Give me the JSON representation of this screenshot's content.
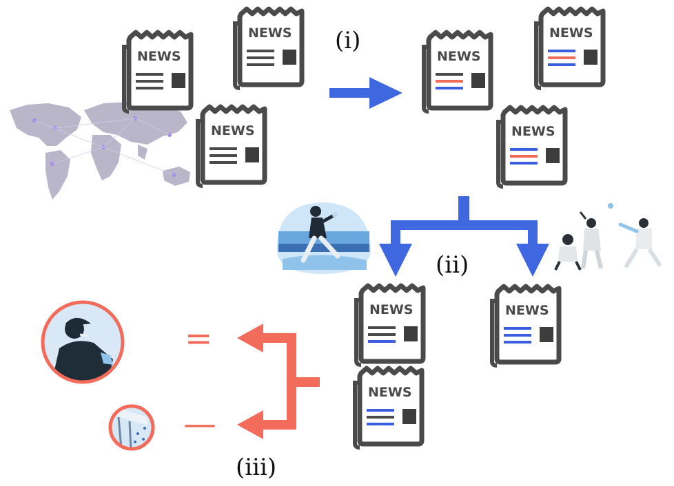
{
  "diagram": {
    "newspaper_word": "NEWS",
    "step_labels": {
      "step1": "(ⅰ)",
      "step2": "(ⅱ)",
      "step3": "(ⅲ)"
    },
    "result_symbols": {
      "equal": "=",
      "unequal": "—"
    },
    "colors": {
      "icon_gray": "#4a4a4a",
      "dark_block": "#3d3d3d",
      "accent_red": "#f26b5b",
      "accent_blue": "#3b5ee0",
      "arrow_blue": "#3f67e0",
      "arrow_salmon": "#f26b5b",
      "map_fill": "#b7b3c8",
      "illustration_blue": "#8fc3ec"
    }
  }
}
